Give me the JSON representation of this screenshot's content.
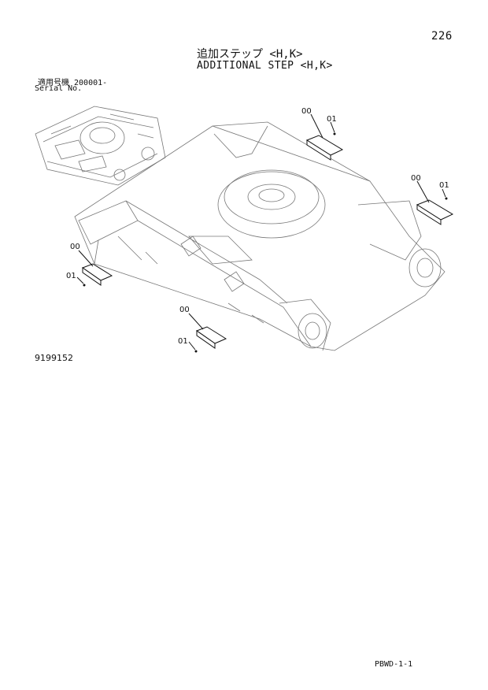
{
  "header": {
    "page_number": "226",
    "title_jp": "追加ステップ <H,K>",
    "title_en": "ADDITIONAL STEP <H,K>",
    "serial_jp": "適用号機 200001-",
    "serial_en": "Serial No."
  },
  "diagram": {
    "callouts": [
      "00",
      "01",
      "00",
      "01",
      "00",
      "01",
      "00",
      "01"
    ]
  },
  "drawing_number": "9199152",
  "footer": {
    "code": "PBWD-1-1"
  }
}
